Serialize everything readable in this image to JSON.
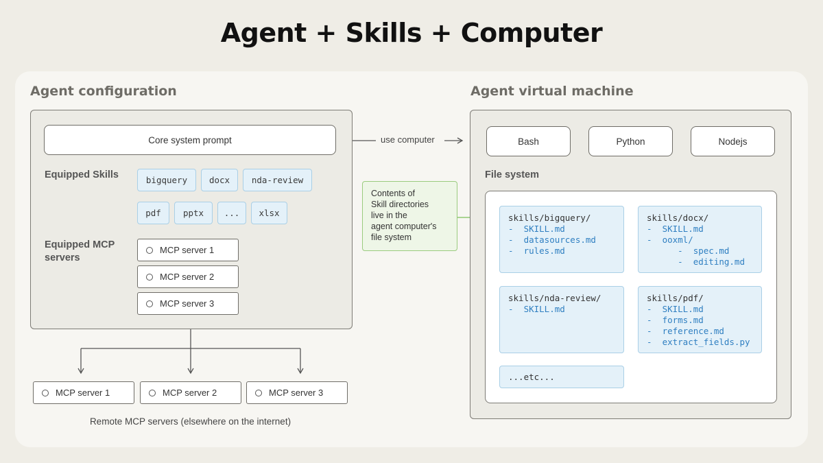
{
  "title": "Agent + Skills + Computer",
  "agent_config": {
    "label": "Agent configuration",
    "core_prompt": "Core system prompt",
    "skills_label": "Equipped Skills",
    "skills_row1": [
      "bigquery",
      "docx",
      "nda-review"
    ],
    "skills_row2": [
      "pdf",
      "pptx",
      "...",
      "xlsx"
    ],
    "mcp_label_line1": "Equipped MCP",
    "mcp_label_line2": "servers",
    "mcp_servers": [
      "MCP server 1",
      "MCP server 2",
      "MCP server 3"
    ]
  },
  "use_computer": "use computer",
  "callout": {
    "lines": [
      "Contents of",
      "Skill directories",
      "live in the",
      "agent computer's",
      "file system"
    ]
  },
  "remote": {
    "servers": [
      "MCP server 1",
      "MCP server 2",
      "MCP server 3"
    ],
    "caption": "Remote MCP servers (elsewhere on the internet)"
  },
  "vm": {
    "label": "Agent virtual machine",
    "runtimes": [
      "Bash",
      "Python",
      "Nodejs"
    ],
    "fs_label": "File system",
    "skill_dirs": [
      {
        "dir": "skills/bigquery/",
        "files": [
          "-  SKILL.md",
          "-  datasources.md",
          "-  rules.md"
        ]
      },
      {
        "dir": "skills/docx/",
        "files": [
          "-  SKILL.md",
          "-  ooxml/",
          "      -  spec.md",
          "      -  editing.md"
        ]
      },
      {
        "dir": "skills/nda-review/",
        "files": [
          "-  SKILL.md"
        ]
      },
      {
        "dir": "skills/pdf/",
        "files": [
          "-  SKILL.md",
          "-  forms.md",
          "-  reference.md",
          "-  extract_fields.py"
        ]
      }
    ],
    "etc": "...etc..."
  },
  "colors": {
    "background": "#efede6",
    "panel": "#f7f6f2",
    "skill_fill": "#e4f1f9",
    "skill_border": "#a9cfe6",
    "file_text": "#2f7fc1",
    "callout_fill": "#eef6e7",
    "callout_border": "#9acb7e"
  }
}
